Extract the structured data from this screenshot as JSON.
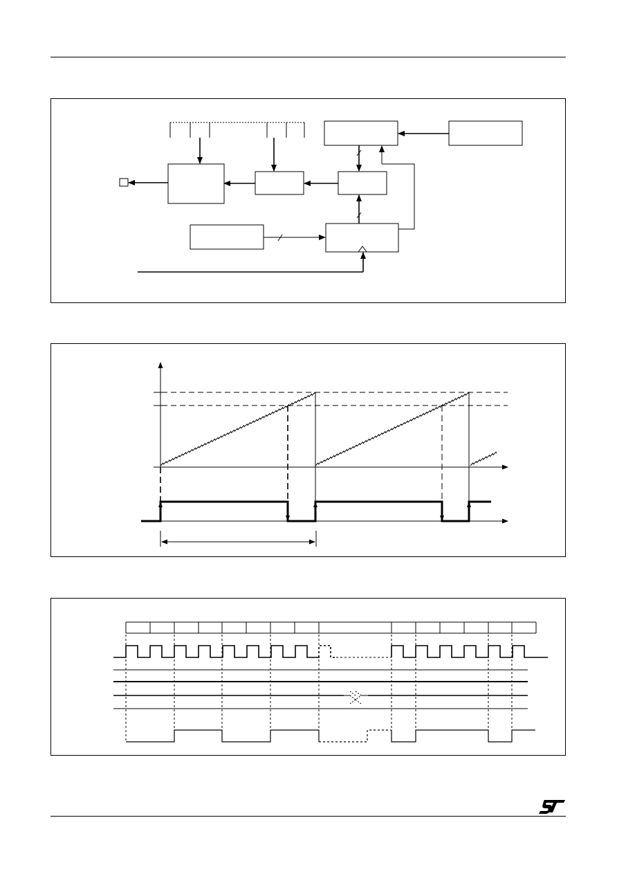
{
  "page": {
    "logo_name": "st-logo",
    "figures": [
      {
        "id": "pwm-block-diagram",
        "kind": "block-diagram"
      },
      {
        "id": "pwm-counter-waveform",
        "kind": "timing-waveform"
      },
      {
        "id": "clock-timing-diagram",
        "kind": "timing-diagram"
      }
    ]
  },
  "colors": {
    "ink": "#000000",
    "paper": "#ffffff"
  }
}
